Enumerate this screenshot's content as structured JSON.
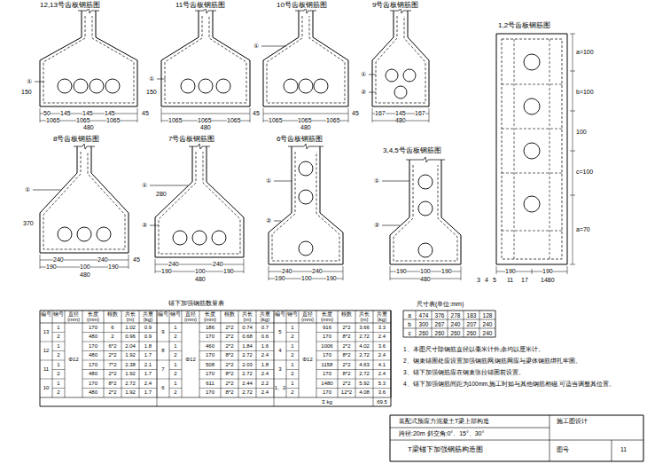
{
  "diagram": {
    "labels": [
      "12,13号齿板钢筋图",
      "11号齿板钢筋图",
      "10号齿板钢筋图",
      "9号齿板钢筋图",
      "1,2号齿板钢筋图",
      "8号齿板钢筋图",
      "7号齿板钢筋图",
      "6号齿板钢筋图",
      "3,4,5号齿板钢筋图",
      "①",
      "150",
      "50",
      "145",
      "145",
      "145",
      "1065",
      "1065",
      "1065",
      "480",
      "45",
      "①",
      "150",
      "1065",
      "1065",
      "1065",
      "480",
      "45",
      "①",
      "1065",
      "1065",
      "1065",
      "480",
      "45",
      "①",
      "②",
      "167",
      "145",
      "167",
      "480",
      "a=100",
      "b=100",
      "100",
      "c=100",
      "a=70",
      "190",
      "190",
      "3",
      "4",
      "5",
      "11",
      "17",
      "1480",
      "①",
      "370",
      "240",
      "240",
      "190",
      "100",
      "190",
      "480",
      "45",
      "①",
      "②",
      "280",
      "240",
      "240",
      "190",
      "100",
      "190",
      "480",
      "①",
      "②",
      "240",
      "240",
      "190",
      "100",
      "190",
      "①",
      "②",
      "190",
      "100",
      "190",
      "480",
      "锚下加强钢筋数量表",
      "编号",
      "钢号",
      "直径(mm)",
      "长度(mm)",
      "根数",
      "共长(m)",
      "共重(kg)",
      "13",
      "1",
      "170",
      "6",
      "1.02",
      "0.9",
      "2",
      "480",
      "2",
      "0.96",
      "0.9",
      "12",
      "1",
      "170",
      "6*2",
      "2.04",
      "1.8",
      "2",
      "Φ12",
      "480",
      "2*2",
      "1.92",
      "1.7",
      "11",
      "1",
      "170",
      "7*2",
      "2.38",
      "2.1",
      "2",
      "480",
      "2*2",
      "1.92",
      "1.7",
      "10",
      "1",
      "170",
      "8*2",
      "2.72",
      "2.4",
      "2",
      "480",
      "2*2",
      "1.92",
      "1.7",
      "编号",
      "钢号",
      "直径(mm)",
      "长度(mm)",
      "根数",
      "共长(m)",
      "共重(kg)",
      "9",
      "1",
      "186",
      "2*2",
      "0.74",
      "0.7",
      "2",
      "170",
      "2*2",
      "0.68",
      "0.6",
      "8",
      "1",
      "460",
      "2*2",
      "1.84",
      "1.6",
      "2",
      "Φ12",
      "170",
      "8*2",
      "2.72",
      "2.4",
      "7",
      "1",
      "508",
      "2*2",
      "2.03",
      "1.8",
      "2",
      "170",
      "8*2",
      "2.72",
      "2.4",
      "6",
      "1",
      "611",
      "2*2",
      "2.44",
      "2.2",
      "2",
      "170",
      "8*2",
      "2.72",
      "2.4",
      "编号",
      "钢号",
      "直径(mm)",
      "长度(mm)",
      "根数",
      "共长(m)",
      "共重(kg)",
      "5",
      "1",
      "916",
      "2*2",
      "3.66",
      "3.3",
      "2",
      "170",
      "8*2",
      "2.72",
      "2.4",
      "4",
      "1",
      "1006",
      "2*2",
      "4.02",
      "3.6",
      "2",
      "Φ12",
      "170",
      "8*2",
      "2.72",
      "2.4",
      "3",
      "1",
      "1158",
      "2*2",
      "4.63",
      "4.1",
      "2",
      "170",
      "8*2",
      "2.72",
      "2.4",
      "1、2",
      "1",
      "1480",
      "2*2",
      "5.92",
      "5.3",
      "2",
      "170",
      "12*2",
      "4.08",
      "3.6",
      "Σ kg",
      "69.5",
      "尺寸表(单位:mm)",
      "a",
      "474",
      "376",
      "278",
      "183",
      "128",
      "b",
      "300",
      "267",
      "240",
      "207",
      "240",
      "c",
      "260",
      "260",
      "260",
      "260",
      "240",
      "1、本图尺寸除钢筋直径以毫米计外,余均以厘米计。",
      "2、钢束锚固处应设置加强钢筋网,钢筋网应与梁体钢筋绑扎牢固。",
      "3、锚下加强钢筋应在钢束张拉锚固前设置。",
      "4、锚下加强钢筋间距为100mm,施工时如与其他钢筋相碰,可适当调整其位置。",
      "装配式预应力混凝土T梁上部构造",
      "跨径:20m 斜交角:0°、15°、30°",
      "T梁锚下加强钢筋构造图",
      "施工图设计",
      "图号",
      "11"
    ]
  }
}
